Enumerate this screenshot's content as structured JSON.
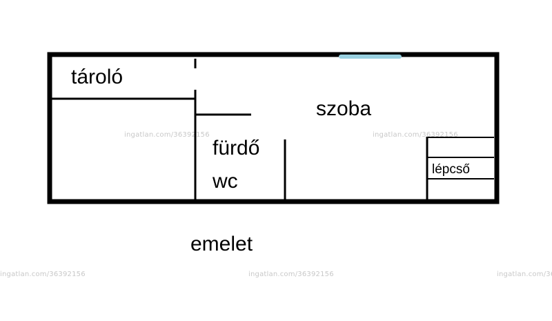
{
  "floor_plan": {
    "rooms": {
      "storage": "tároló",
      "room": "szoba",
      "bathroom": "fürdő",
      "toilet": "wc",
      "stairs": "lépcső"
    },
    "floor_label": "emelet",
    "watermark": "ingatlan.com/36392156"
  },
  "colors": {
    "wall": "#000000",
    "window": "#99d0e0",
    "watermark": "#c8c8c8"
  }
}
